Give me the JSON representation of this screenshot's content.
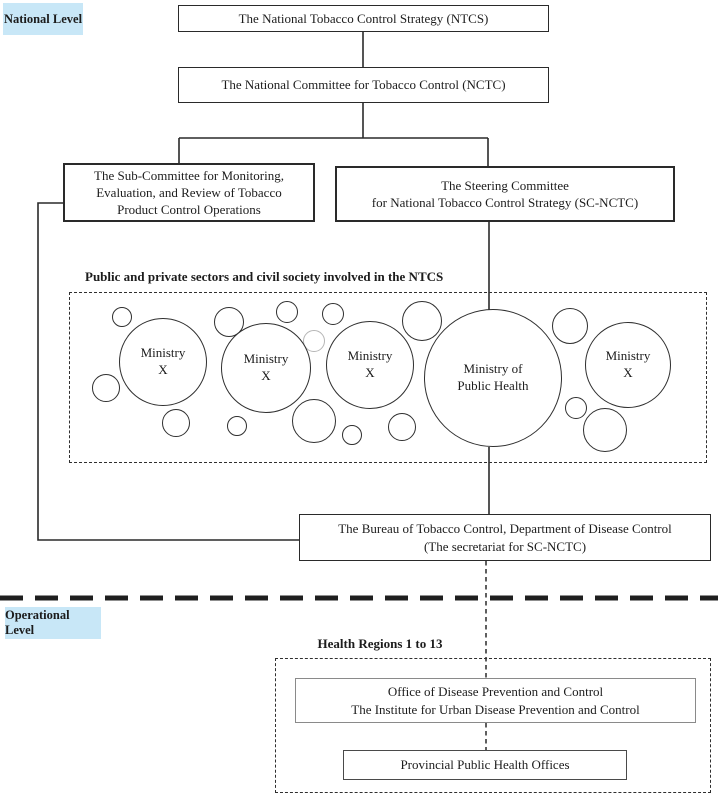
{
  "national_level": {
    "label": "National Level",
    "ntcs_box": "The National Tobacco Control Strategy (NTCS)",
    "nctc_box": "The National Committee for Tobacco Control (NCTC)",
    "subcommittee_box": "The Sub-Committee for Monitoring,\nEvaluation, and Review of Tobacco\nProduct Control Operations",
    "steering_box": "The Steering Committee\nfor National Tobacco Control Strategy (SC-NCTC)",
    "sectors_title": "Public and private sectors and civil society involved in the NTCS",
    "ministries": [
      {
        "label": "Ministry\nX"
      },
      {
        "label": "Ministry\nX"
      },
      {
        "label": "Ministry\nX"
      },
      {
        "label": "Ministry of\nPublic Health"
      },
      {
        "label": "Ministry\nX"
      }
    ],
    "bureau_box": "The Bureau of Tobacco Control, Department of Disease Control\n(The secretariat for SC-NCTC)"
  },
  "operational_level": {
    "label": "Operational Level",
    "health_regions_title": "Health Regions 1 to 13",
    "office_box": "Office of Disease Prevention and Control\nThe Institute for Urban Disease Prevention and Control",
    "provincial_box": "Provincial Public Health Offices"
  },
  "colors": {
    "level_label_bg": "#c8e7f7",
    "line": "#2a2a2a"
  }
}
